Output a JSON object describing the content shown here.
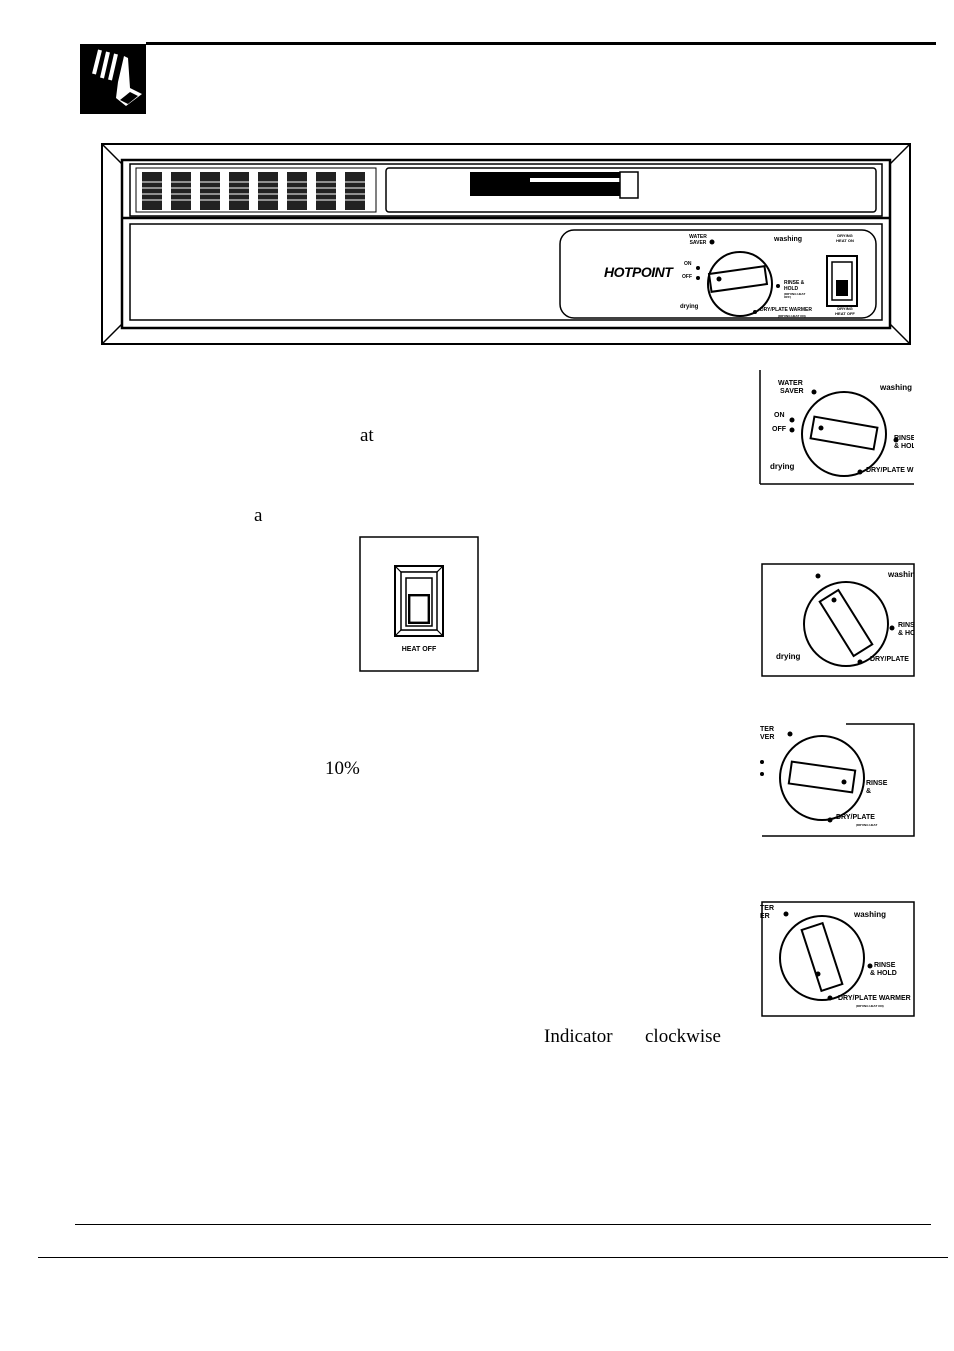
{
  "panel": {
    "brand": "HOTPOINT",
    "dial_labels": {
      "water_saver": "WATER SAVER",
      "washing": "washing",
      "on": "ON",
      "off": "OFF",
      "rinse_hold": "RINSE & HOLD",
      "rinse_hold_sub": "(DRYING HEAT OFF)",
      "drying": "drying",
      "dry_plate_warmer": "DRY/PLATE WARMER",
      "dry_plate_sub": "(DRYING HEAT ON)"
    },
    "switch_labels": {
      "heat_on": "DRYING HEAT ON",
      "heat_off": "DRYING HEAT OFF"
    }
  },
  "switch_closeup": {
    "label": "HEAT OFF"
  },
  "dial1": {
    "water": "WATER",
    "saver": "SAVER",
    "washing": "washing",
    "on": "ON",
    "off": "OFF",
    "rinse": "RINSE",
    "hold": "& HOL",
    "drying": "drying",
    "dry_plate": "DRY/PLATE W"
  },
  "dial2": {
    "washing": "washin",
    "rinse": "RINS",
    "hold": "& HO",
    "drying": "drying",
    "dry_plate": "DRY/PLATE"
  },
  "dial3": {
    "ter": "TER",
    "ver": "VER",
    "rinse": "RINSE",
    "amp": "&",
    "dry_plate": "DRY/PLATE",
    "sub": "(DRYING HEAT"
  },
  "dial4": {
    "ter": "TER",
    "er": "ER",
    "washing": "washing",
    "rinse": "RINSE",
    "hold": "& HOLD",
    "dry_plate": "DRY/PLATE WARMER",
    "sub": "(DRYING HEAT ON)"
  },
  "stray_text": {
    "at": "at",
    "a": "a",
    "percent": "10%",
    "indicator": "Indicator",
    "clockwise": "clockwise"
  }
}
